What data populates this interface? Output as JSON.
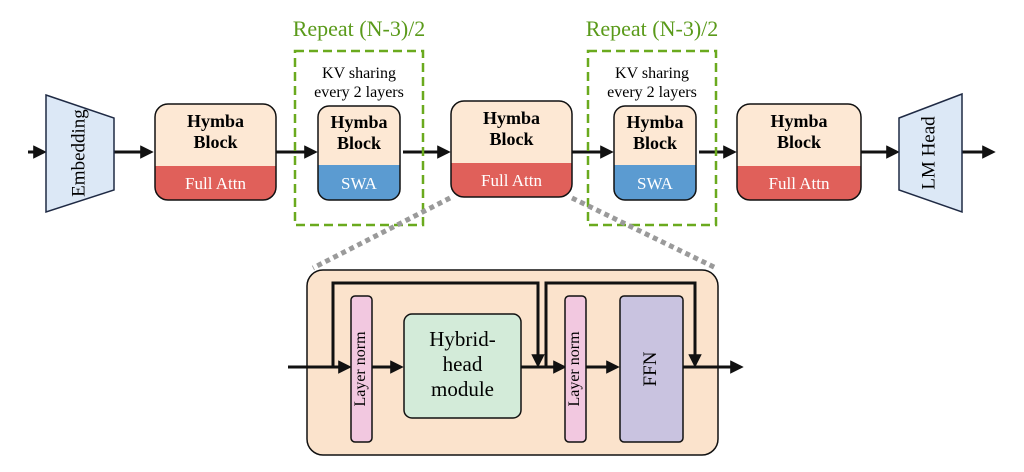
{
  "embedding": {
    "label": "Embedding"
  },
  "lm_head": {
    "label": "LM Head"
  },
  "blocks": [
    {
      "title_line1": "Hymba",
      "title_line2": "Block",
      "attn": "Full Attn"
    },
    {
      "title_line1": "Hymba",
      "title_line2": "Block",
      "attn": "SWA"
    },
    {
      "title_line1": "Hymba",
      "title_line2": "Block",
      "attn": "Full Attn"
    },
    {
      "title_line1": "Hymba",
      "title_line2": "Block",
      "attn": "SWA"
    },
    {
      "title_line1": "Hymba",
      "title_line2": "Block",
      "attn": "Full Attn"
    }
  ],
  "repeat_groups": [
    {
      "label": "Repeat (N-3)/2",
      "note_line1": "KV sharing",
      "note_line2": "every 2 layers"
    },
    {
      "label": "Repeat (N-3)/2",
      "note_line1": "KV sharing",
      "note_line2": "every 2 layers"
    }
  ],
  "detail": {
    "layer_norm_1": "Layer norm",
    "hybrid_line1": "Hybrid-",
    "hybrid_line2": "head",
    "hybrid_line3": "module",
    "layer_norm_2": "Layer norm",
    "ffn": "FFN"
  },
  "colors": {
    "block_top": "#fde8d4",
    "full_attn": "#e0605a",
    "swa": "#5b9bd1",
    "repeat_border": "#6aaa1e",
    "repeat_text": "#5a9a1a",
    "trapezoid": "#dce8f6",
    "detail_bg": "#fbe3cc",
    "layer_norm": "#f2c8e0",
    "hybrid": "#d3ebd9",
    "ffn": "#c9c3e0",
    "zoom_dots": "#9a9a9a"
  }
}
